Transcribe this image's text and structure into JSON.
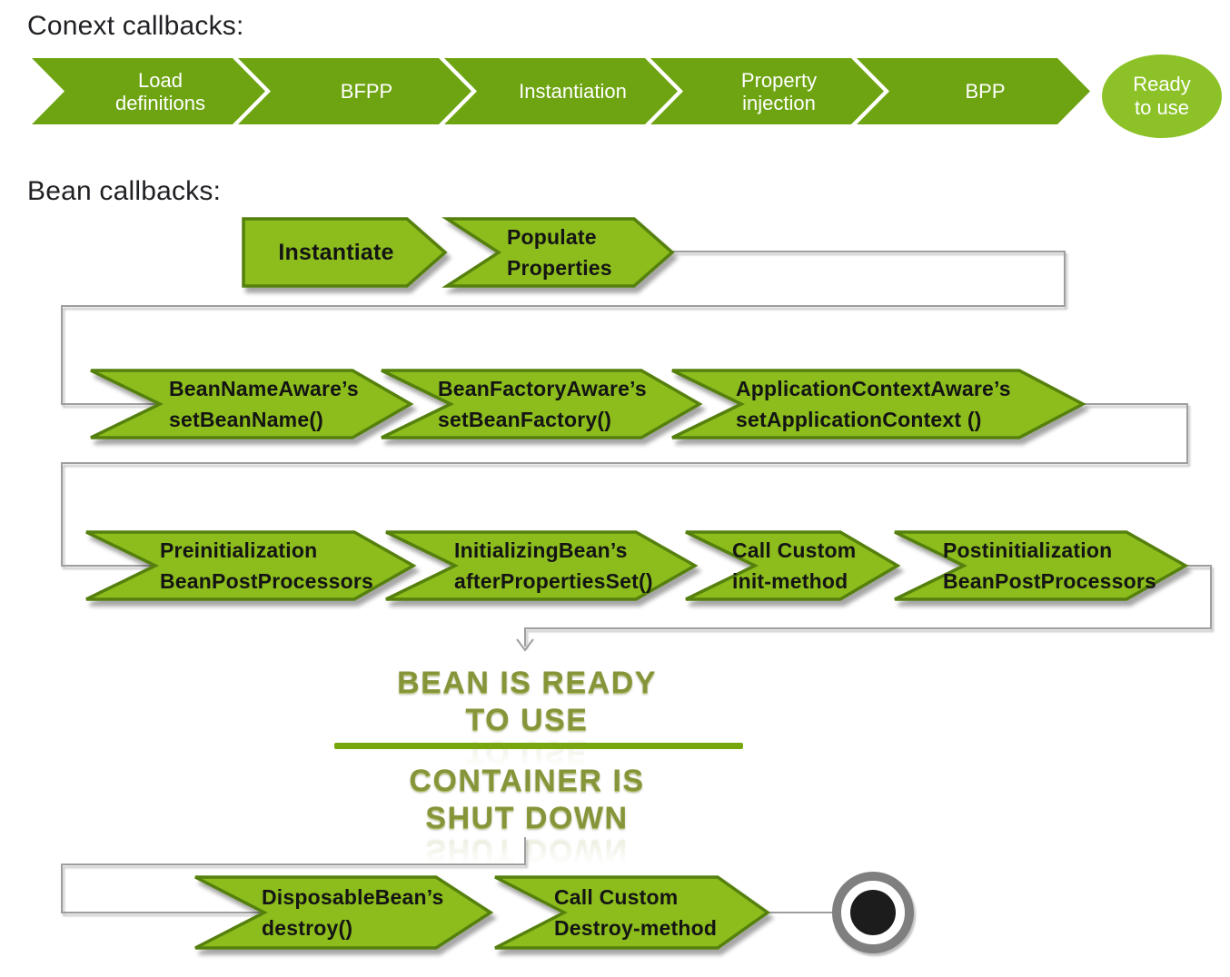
{
  "headings": {
    "context": "Conext callbacks:",
    "bean": "Bean callbacks:"
  },
  "context_flow": {
    "steps": [
      "Load\ndefinitions",
      "BFPP",
      "Instantiation",
      "Property\ninjection",
      "BPP"
    ],
    "terminal": "Ready\nto use"
  },
  "bean_flow": {
    "row1": [
      "Instantiate",
      "Populate\nProperties"
    ],
    "row2": [
      "BeanNameAware’s\nsetBeanName()",
      "BeanFactoryAware’s\nsetBeanFactory()",
      "ApplicationContextAware’s\nsetApplicationContext ()"
    ],
    "row3": [
      "Preinitialization\nBeanPostProcessors",
      "InitializingBean’s\nafterPropertiesSet()",
      "Call Custom\ninit-method",
      "Postinitialization\nBeanPostProcessors"
    ],
    "ready": "BEAN IS READY\nTO USE",
    "shutdown": "CONTAINER IS\nSHUT DOWN",
    "row4": [
      "DisposableBean’s\ndestroy()",
      "Call Custom\nDestroy-method"
    ]
  },
  "icons": {
    "end_state": "end-state-icon",
    "down_arrowhead": "down-arrowhead-icon"
  },
  "colors": {
    "chevron_green": "#6ea412",
    "ellipse_green": "#8cc227",
    "arrow_fill": "#8cbd1c",
    "arrow_border": "#55800e",
    "wordart_olive": "#87953a",
    "divider_green": "#76a70d",
    "connector_gray": "#9e9e9e",
    "heading_text": "#202124",
    "chevron_text": "#ffffff",
    "arrow_text": "#141414",
    "end_ring_gray": "#7f7f7f",
    "end_dot_black": "#1c1c1c"
  }
}
